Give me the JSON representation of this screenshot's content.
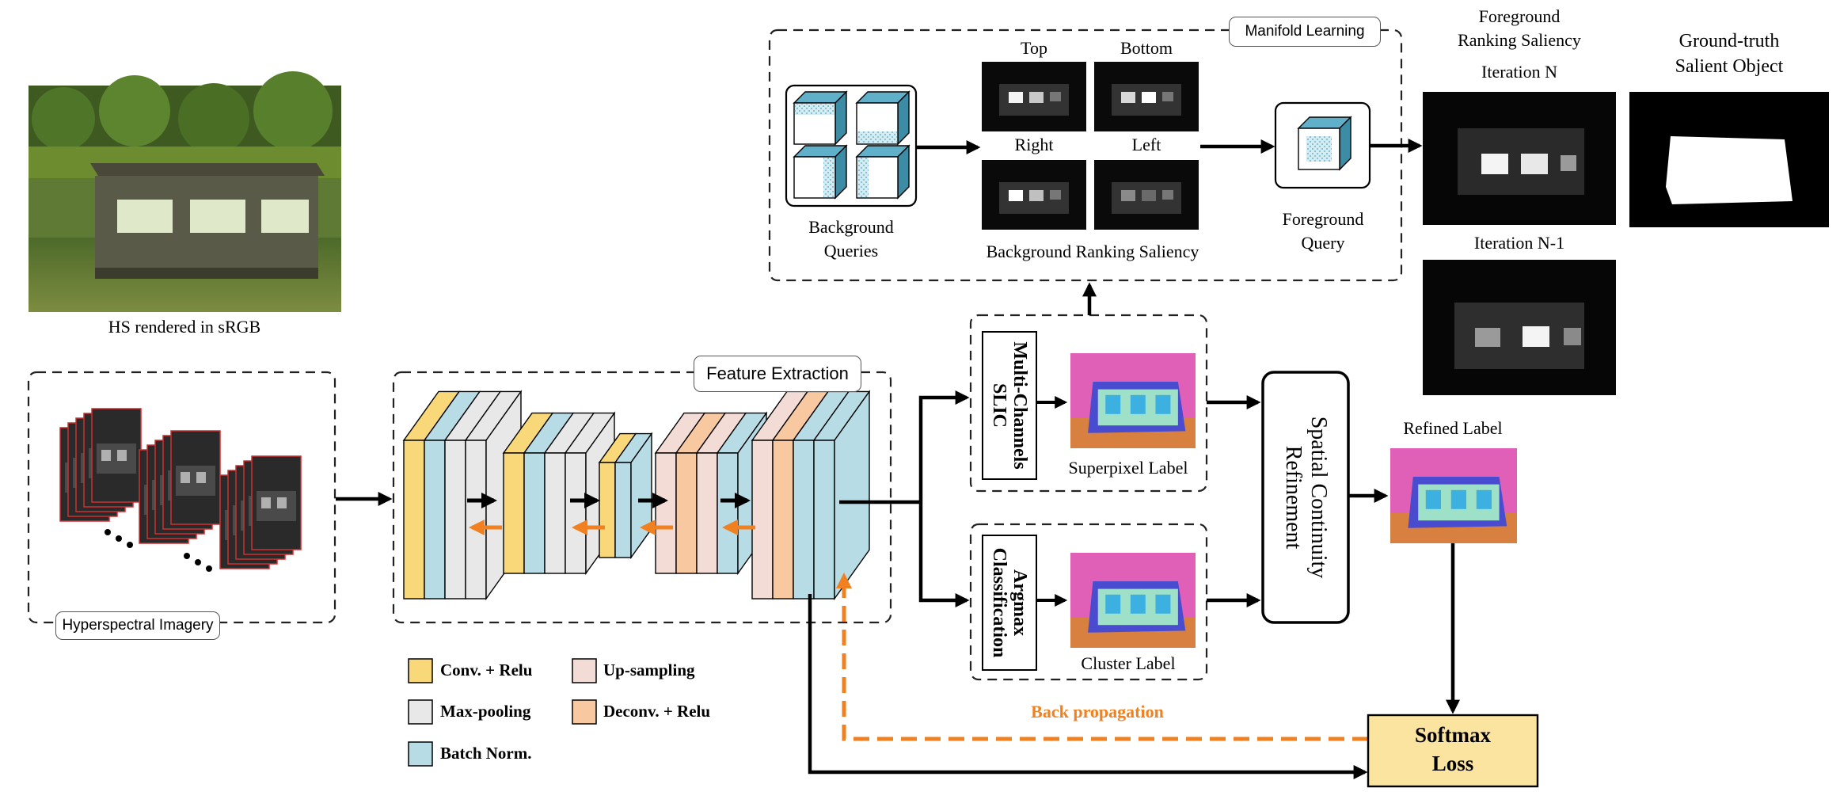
{
  "photo": {
    "caption": "HS rendered in sRGB"
  },
  "tags": {
    "hyperspectral": "Hyperspectral Imagery",
    "feature_extraction": "Feature Extraction",
    "manifold_learning": "Manifold Learning"
  },
  "manifold": {
    "background_queries": [
      "Background",
      "Queries"
    ],
    "directions": {
      "top": "Top",
      "bottom": "Bottom",
      "right": "Right",
      "left": "Left"
    },
    "background_ranking": "Background Ranking Saliency",
    "foreground_query": [
      "Foreground",
      "Query"
    ]
  },
  "foreground_ranking": {
    "title": [
      "Foreground",
      "Ranking Saliency"
    ],
    "iteration_n": "Iteration N",
    "iteration_n1": "Iteration N-1"
  },
  "ground_truth": [
    "Ground-truth",
    "Salient Object"
  ],
  "slic": {
    "box": [
      "Multi-Channels",
      "SLIC"
    ],
    "label": "Superpixel Label"
  },
  "argmax": {
    "box": [
      "Argmax",
      "Classification"
    ],
    "label": "Cluster Label"
  },
  "refinement": [
    "Spatial Continuity",
    "Refinement"
  ],
  "refined_label": "Refined Label",
  "softmax": [
    "Softmax",
    "Loss"
  ],
  "back_propagation": "Back propagation",
  "legend": {
    "conv": "Conv. + Relu",
    "maxpool": "Max-pooling",
    "batchnorm": "Batch Norm.",
    "upsample": "Up-sampling",
    "deconv": "Deconv. + Relu"
  },
  "colors": {
    "conv": "#f8d878",
    "maxpool": "#e8e8e8",
    "batchnorm": "#b8dce6",
    "upsample": "#f4dcd6",
    "deconv": "#f8c8a0",
    "softmax_fill": "#fbe4a0",
    "backprop": "#f08020"
  }
}
